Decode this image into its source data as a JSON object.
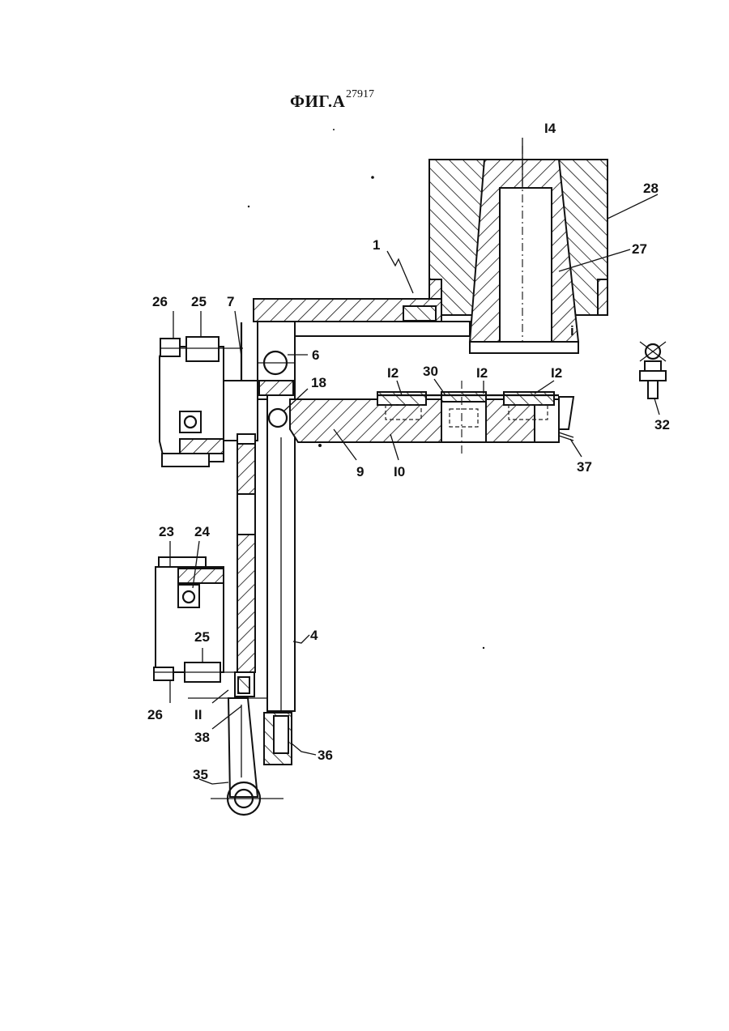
{
  "figure": {
    "title": "ФИГ.А",
    "patent_number": "27917"
  },
  "labels": {
    "mold_upper": "I4",
    "mold_outer": "28",
    "mold_insert": "27",
    "frame": "1",
    "frame_mark": "i",
    "arm_top_26": "26",
    "arm_top_25": "25",
    "arm_7": "7",
    "pivot_6": "6",
    "pin_18": "18",
    "plate_9": "9",
    "plate_10": "I0",
    "insert_12a": "I2",
    "insert_30": "30",
    "insert_12b": "I2",
    "insert_12c": "I2",
    "cable_37": "37",
    "detail_32": "32",
    "arm_23": "23",
    "arm_24": "24",
    "column_4": "4",
    "arm_bottom_25": "25",
    "arm_bottom_26": "26",
    "joint_11": "II",
    "joint_38": "38",
    "clamp_36": "36",
    "lever_35": "35"
  }
}
